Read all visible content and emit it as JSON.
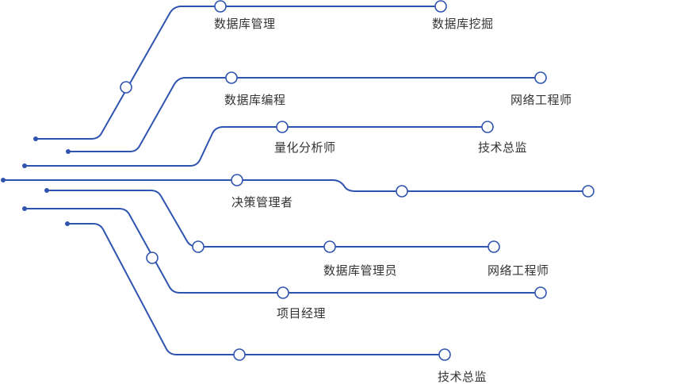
{
  "colors": {
    "line": "#2f54b0",
    "node_fill": "#ffffff",
    "text": "#333333"
  },
  "labels": {
    "r1_a": "数据库管理",
    "r1_b": "数据库挖掘",
    "r2_a": "数据库编程",
    "r2_b": "网络工程师",
    "r3_a": "量化分析师",
    "r3_b": "技术总监",
    "r4_a": "决策管理者",
    "r5_a": "数据库管理员",
    "r5_b": "网络工程师",
    "r6_a": "项目经理",
    "r7_a": "技术总监"
  }
}
